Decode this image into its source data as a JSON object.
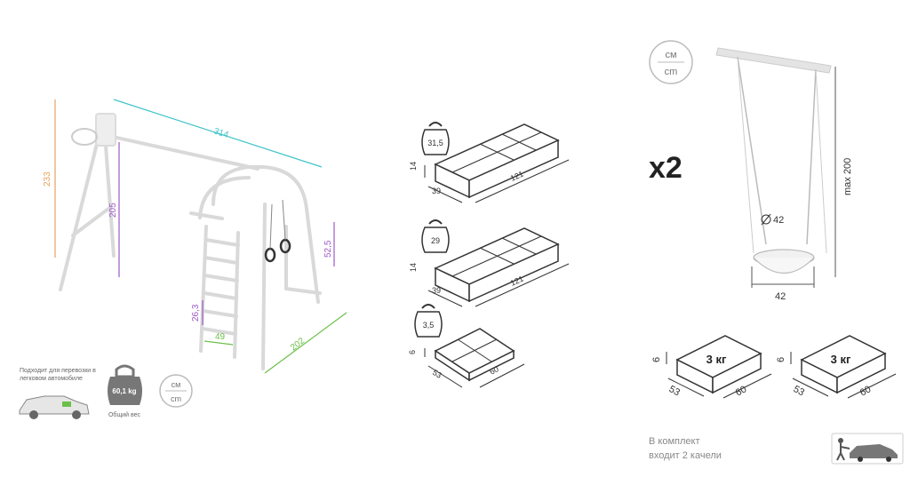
{
  "left_section": {
    "dims": {
      "total_height": "233",
      "length": "314",
      "frame_height": "205",
      "ring_height": "52,5",
      "ladder_step": "26,3",
      "ladder_width": "49",
      "depth": "202"
    },
    "car_note": "Подходит для перевозки в легковом автомобиле",
    "weight": "60,1 kg",
    "weight_label": "Общий вес",
    "units_top": "см",
    "units_bottom": "cm"
  },
  "packages": [
    {
      "weight": "31,5",
      "height": "14",
      "width": "39",
      "length": "121"
    },
    {
      "weight": "29",
      "height": "14",
      "width": "39",
      "length": "121"
    },
    {
      "weight": "3,5",
      "height": "6",
      "width": "53",
      "length": "60"
    }
  ],
  "right_section": {
    "units_top": "см",
    "units_bottom": "cm",
    "multiplier": "x2",
    "swing_max_height": "max 200",
    "seat_diameter": "42",
    "seat_width": "42",
    "boxes": [
      {
        "label": "3 кг",
        "height": "6",
        "width": "53",
        "length": "60"
      },
      {
        "label": "3 кг",
        "height": "6",
        "width": "53",
        "length": "60"
      }
    ],
    "kit_note_line1": "В комплект",
    "kit_note_line2": "входит 2 качели"
  },
  "colors": {
    "orange": "#e8a25c",
    "cyan": "#3fc4c9",
    "purple": "#9b59c6",
    "green": "#6cc04a",
    "dark": "#333333",
    "frame": "#d6d6d6"
  }
}
